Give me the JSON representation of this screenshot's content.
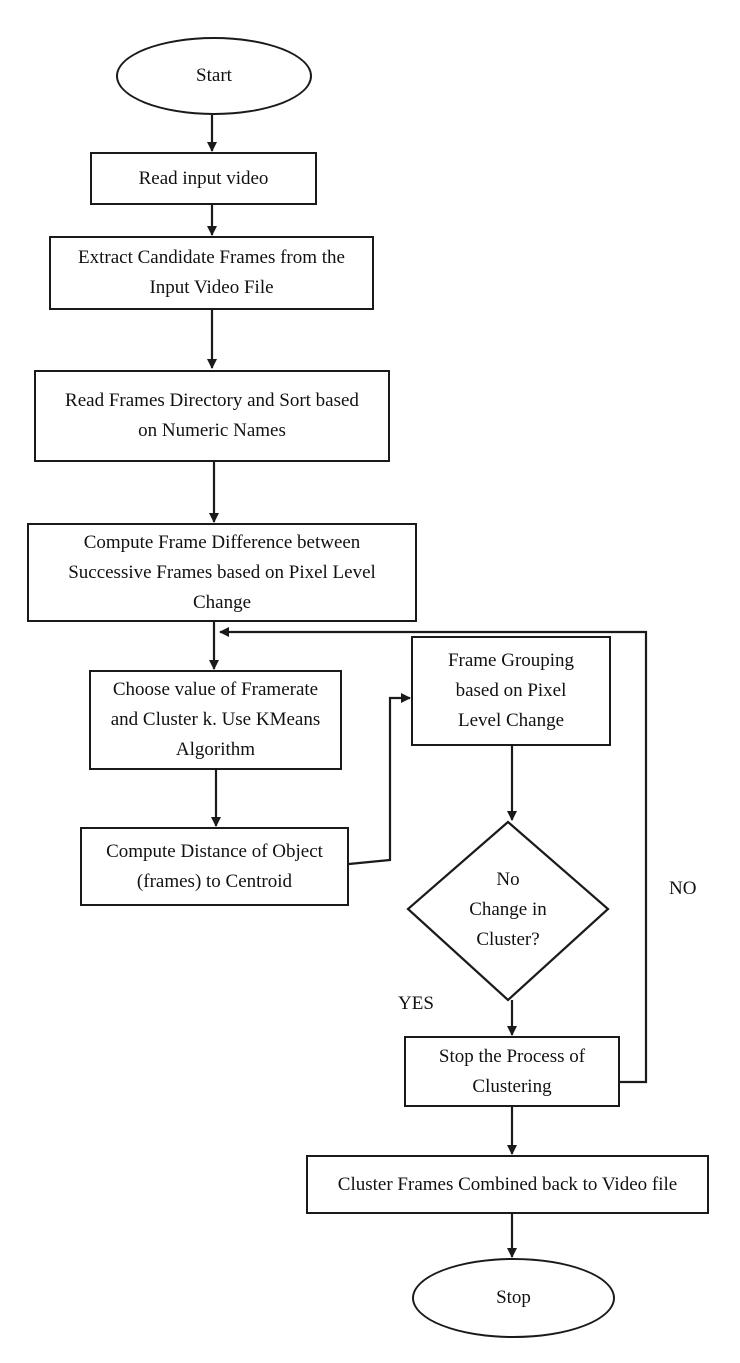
{
  "flowchart": {
    "start": "Start",
    "read_input": "Read input video",
    "extract_frames": "Extract Candidate Frames from the\nInput Video File",
    "read_directory": "Read Frames Directory and Sort based\non Numeric Names",
    "compute_difference": "Compute Frame Difference between\nSuccessive Frames based on Pixel Level\nChange",
    "choose_value": "Choose value of Framerate\nand Cluster k. Use KMeans\nAlgorithm",
    "compute_distance": "Compute Distance of Object\n(frames) to Centroid",
    "frame_grouping": "Frame Grouping\nbased on Pixel\nLevel Change",
    "decision": "No\nChange in\nCluster?",
    "stop_clustering": "Stop the Process of\nClustering",
    "combine_frames": "Cluster Frames Combined back to Video file",
    "stop": "Stop",
    "label_yes": "YES",
    "label_no": "NO"
  }
}
